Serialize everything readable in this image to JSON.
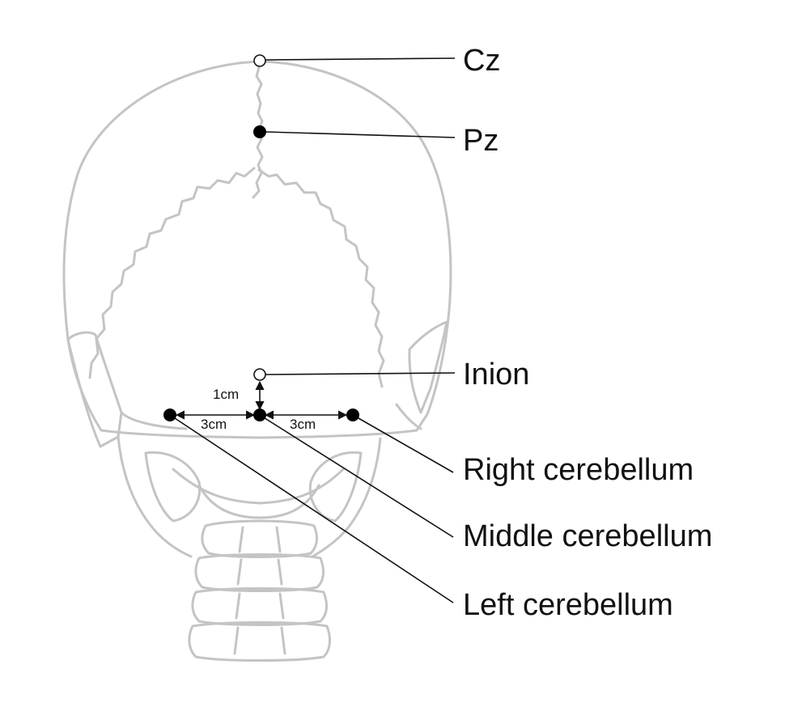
{
  "labels": {
    "cz": "Cz",
    "pz": "Pz",
    "inion": "Inion",
    "right": "Right cerebellum",
    "middle": "Middle cerebellum",
    "left": "Left cerebellum"
  },
  "dimensions": {
    "vertical": "1cm",
    "left_span": "3cm",
    "right_span": "3cm"
  },
  "colors": {
    "skull_outline": "#c4c4c4",
    "ink": "#111111",
    "open_marker_fill": "#ffffff",
    "filled_marker": "#000000"
  }
}
